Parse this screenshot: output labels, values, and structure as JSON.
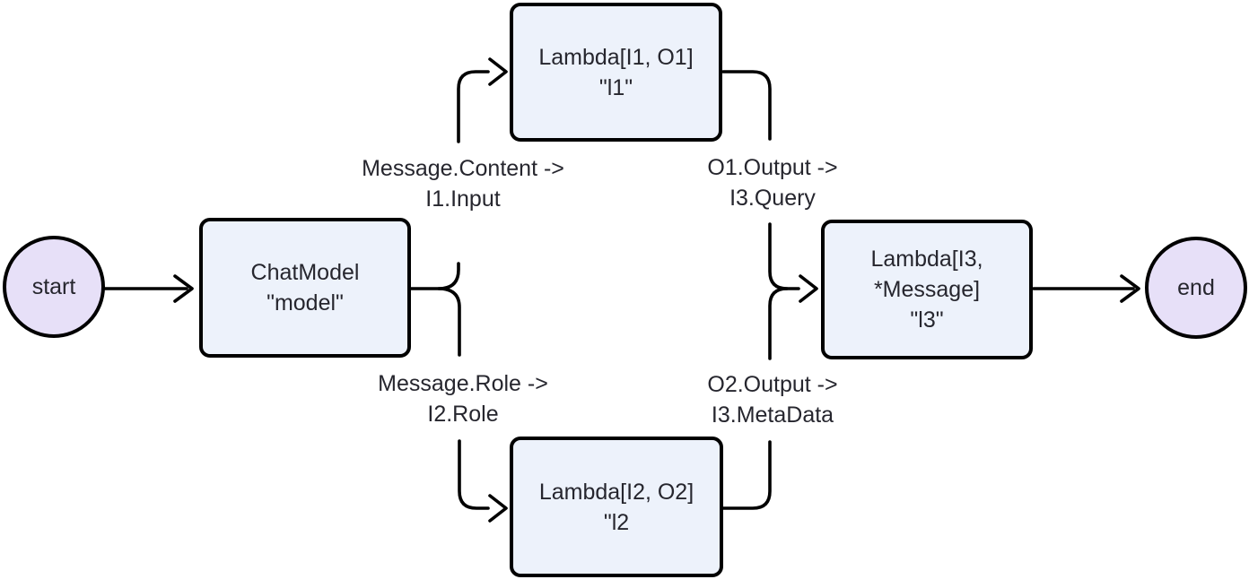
{
  "diagram": {
    "type": "flowchart-left-to-right",
    "colors": {
      "background": "#ffffff",
      "process_node_fill": "#edf2fb",
      "terminal_node_fill": "#e7e0f8",
      "border": "#000000",
      "edge_stroke": "#000000",
      "text": "#26262e"
    },
    "nodes": {
      "start": {
        "lines": [
          "start"
        ]
      },
      "model": {
        "lines": [
          "ChatModel",
          "\"model\""
        ]
      },
      "l1": {
        "lines": [
          "Lambda[I1, O1]",
          "\"l1\""
        ]
      },
      "l2": {
        "lines": [
          "Lambda[I2, O2]",
          "\"l2"
        ]
      },
      "l3": {
        "lines": [
          "Lambda[I3,",
          "*Message]",
          "\"l3\""
        ]
      },
      "end": {
        "lines": [
          "end"
        ]
      }
    },
    "edges": {
      "start_model": {
        "from": "start",
        "to": "model",
        "label_lines": []
      },
      "model_l1": {
        "from": "model",
        "to": "l1",
        "label_lines": [
          "Message.Content ->",
          "I1.Input"
        ]
      },
      "model_l2": {
        "from": "model",
        "to": "l2",
        "label_lines": [
          "Message.Role ->",
          "I2.Role"
        ]
      },
      "l1_l3": {
        "from": "l1",
        "to": "l3",
        "label_lines": [
          "O1.Output ->",
          "I3.Query"
        ]
      },
      "l2_l3": {
        "from": "l2",
        "to": "l3",
        "label_lines": [
          "O2.Output ->",
          "I3.MetaData"
        ]
      },
      "l3_end": {
        "from": "l3",
        "to": "end",
        "label_lines": []
      }
    }
  }
}
